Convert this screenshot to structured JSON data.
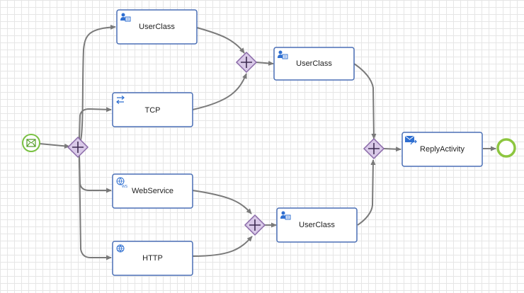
{
  "diagram": {
    "tasks": [
      {
        "id": "userclass-top",
        "label": "UserClass",
        "icon": "user-class-icon"
      },
      {
        "id": "tcp",
        "label": "TCP",
        "icon": "tcp-transfer-icon"
      },
      {
        "id": "webservice",
        "label": "WebService",
        "icon": "web-service-icon"
      },
      {
        "id": "http",
        "label": "HTTP",
        "icon": "http-globe-icon"
      },
      {
        "id": "userclass-mid",
        "label": "UserClass",
        "icon": "user-class-icon"
      },
      {
        "id": "userclass-bottom",
        "label": "UserClass",
        "icon": "user-class-icon"
      },
      {
        "id": "reply",
        "label": "ReplyActivity",
        "icon": "reply-message-icon"
      }
    ],
    "gateways": [
      "parallel-split",
      "parallel-join-top",
      "parallel-join-bottom",
      "parallel-join-final"
    ],
    "start_event": "message-start",
    "end_event": "end",
    "colors": {
      "task_border": "#4a6fb5",
      "gateway_fill": "#d9c9e8",
      "gateway_border": "#8a6aa8",
      "start_event": "#7ac143",
      "end_event": "#8dc63f",
      "connector": "#7a7a7a"
    }
  }
}
